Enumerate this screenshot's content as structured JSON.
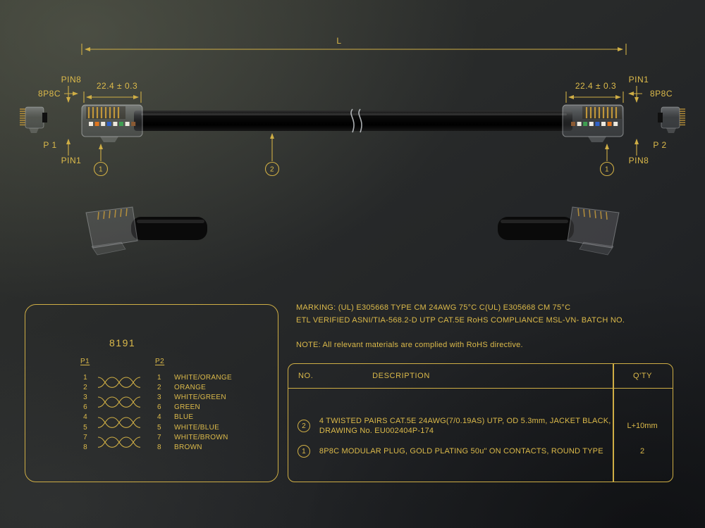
{
  "colors": {
    "gold": "#dcba4a",
    "line_gold": "#cfae45",
    "background_dark": "#202225",
    "cable_black": "#0a0a0a"
  },
  "top_diagram": {
    "length_label": "L",
    "left_connector": {
      "pin_top": "PIN8",
      "plug_type": "8P8C",
      "plug_name": "P 1",
      "pin_bottom": "PIN1",
      "dim": "22.4 ± 0.3",
      "callout": "1"
    },
    "right_connector": {
      "pin_top": "PIN1",
      "plug_type": "8P8C",
      "plug_name": "P 2",
      "pin_bottom": "PIN8",
      "dim": "22.4 ± 0.3",
      "callout": "1"
    },
    "cable_callout": "2"
  },
  "wiring_box": {
    "title": "8191",
    "col_left": "P1",
    "col_right": "P2",
    "rows": [
      {
        "p1": "1",
        "p2": "1",
        "color": "WHITE/ORANGE"
      },
      {
        "p1": "2",
        "p2": "2",
        "color": "ORANGE"
      },
      {
        "p1": "3",
        "p2": "3",
        "color": "WHITE/GREEN"
      },
      {
        "p1": "6",
        "p2": "6",
        "color": "GREEN"
      },
      {
        "p1": "4",
        "p2": "4",
        "color": "BLUE"
      },
      {
        "p1": "5",
        "p2": "5",
        "color": "WHITE/BLUE"
      },
      {
        "p1": "7",
        "p2": "7",
        "color": "WHITE/BROWN"
      },
      {
        "p1": "8",
        "p2": "8",
        "color": "BROWN"
      }
    ]
  },
  "notes": {
    "marking_line1": "MARKING: (UL) E305668 TYPE CM 24AWG 75°C C(UL) E305668 CM 75°C",
    "marking_line2": "ETL VERIFIED ASNI/TIA-568.2-D UTP CAT.5E RoHS COMPLIANCE MSL-VN- BATCH NO.",
    "note": "NOTE: All relevant materials are complied with RoHS directive."
  },
  "bom_table": {
    "headers": {
      "no": "NO.",
      "description": "DESCRIPTION",
      "qty": "Q'TY"
    },
    "rows": [
      {
        "no": "2",
        "description_line1": "4 TWISTED PAIRS CAT.5E 24AWG(7/0.19AS) UTP, OD 5.3mm, JACKET BLACK,",
        "description_line2": "DRAWING No. EU002404P-174",
        "qty": "L+10mm"
      },
      {
        "no": "1",
        "description_line1": "8P8C MODULAR PLUG, GOLD PLATING 50u\" ON CONTACTS, ROUND TYPE",
        "description_line2": "",
        "qty": "2"
      }
    ]
  }
}
